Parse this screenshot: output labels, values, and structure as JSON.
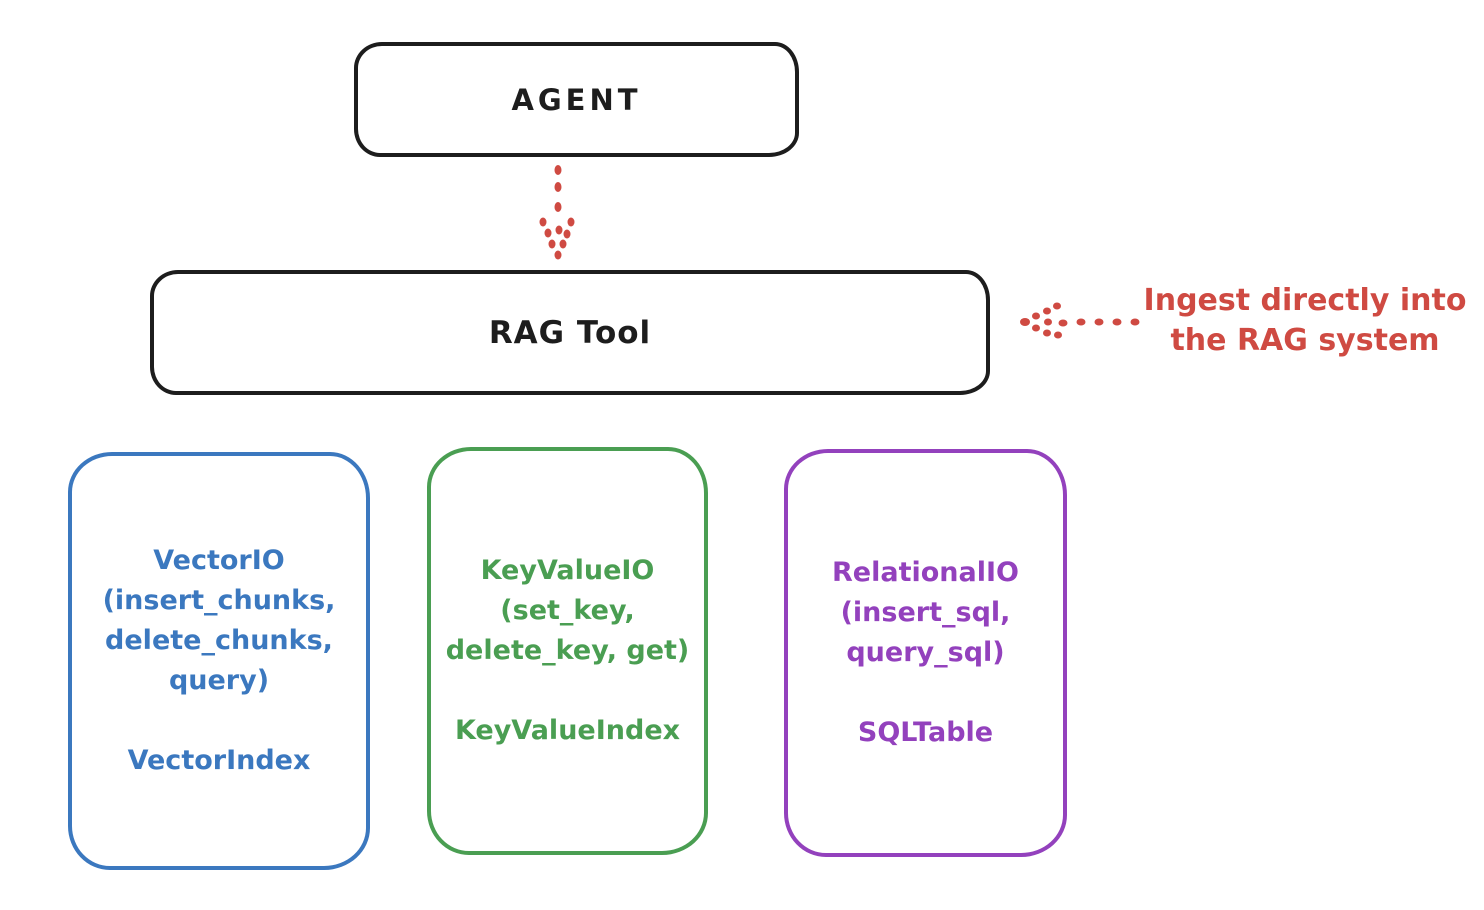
{
  "colors": {
    "ink": "#1d1d1d",
    "red": "#cf4a42",
    "blue": "#3b78bf",
    "green": "#4a9e52",
    "purple": "#9341bd",
    "background": "#ffffff"
  },
  "agent_box": {
    "label": "AGENT"
  },
  "rag_tool_box": {
    "label": "RAG Tool"
  },
  "annotation": {
    "lines": [
      "Ingest directly into",
      "the RAG system"
    ]
  },
  "arrows": {
    "agent_to_rag_tool": {
      "style": "dotted",
      "direction": "down",
      "color": "#cf4a42"
    },
    "annotation_to_rag_tool": {
      "style": "dotted",
      "direction": "left",
      "color": "#cf4a42"
    }
  },
  "io_boxes": [
    {
      "name": "vector-io",
      "color": "#3b78bf",
      "lines": [
        "VectorIO",
        "(insert_chunks,",
        "delete_chunks,",
        "query)"
      ],
      "index_label": "VectorIndex"
    },
    {
      "name": "keyvalue-io",
      "color": "#4a9e52",
      "lines": [
        "KeyValueIO",
        "(set_key,",
        "delete_key, get)"
      ],
      "index_label": "KeyValueIndex"
    },
    {
      "name": "relational-io",
      "color": "#9341bd",
      "lines": [
        "RelationalIO",
        "(insert_sql,",
        "query_sql)"
      ],
      "index_label": "SQLTable"
    }
  ]
}
